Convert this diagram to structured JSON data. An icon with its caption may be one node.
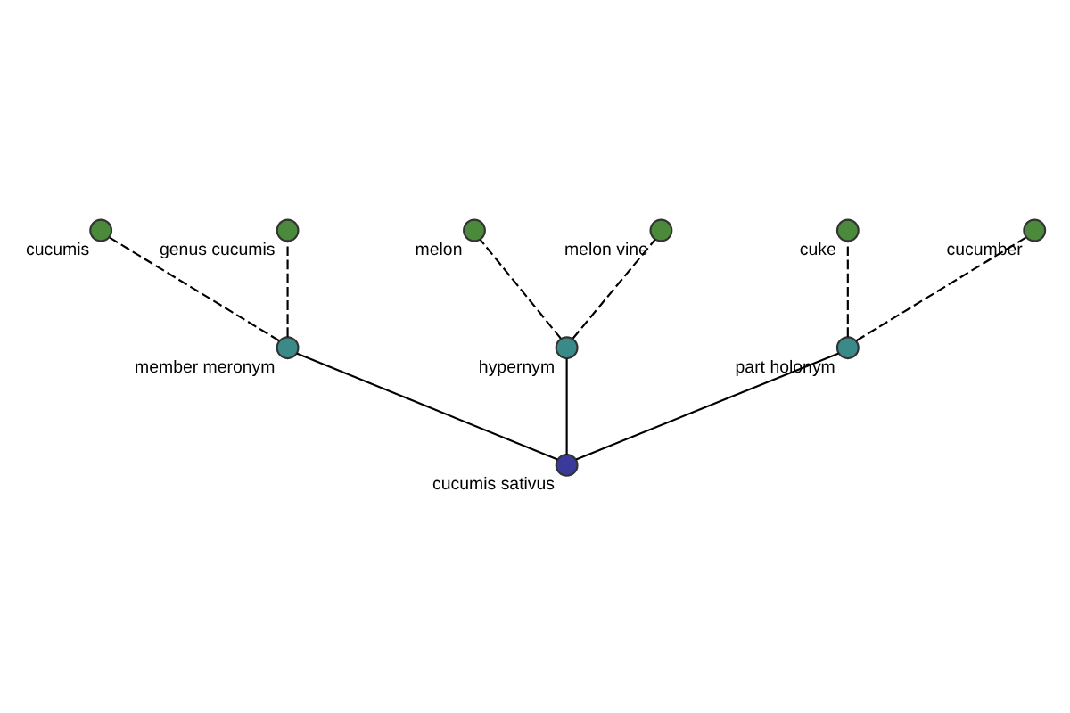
{
  "diagram": {
    "nodes": [
      {
        "text": [
          "cucumis sativus"
        ]
      },
      {
        "text": [
          "member meronym"
        ]
      },
      {
        "text": [
          "hypernym"
        ]
      },
      {
        "text": [
          "part holonym"
        ]
      },
      {
        "text": [
          "cucumis"
        ]
      },
      {
        "text": [
          "genus cucumis"
        ]
      },
      {
        "text": [
          "melon"
        ]
      },
      {
        "text": [
          "melon vine"
        ]
      },
      {
        "text": [
          "cuke"
        ]
      },
      {
        "text": [
          "cucumber"
        ]
      }
    ],
    "edges": [
      {
        "from": 0,
        "to": 1,
        "arrow": "none"
      },
      {
        "from": 0,
        "to": 2,
        "arrow": "none"
      },
      {
        "from": 0,
        "to": 3,
        "arrow": "none"
      },
      {
        "from": 1,
        "to": 4,
        "arrow": "none",
        "style": "dashed"
      },
      {
        "from": 1,
        "to": 5,
        "arrow": "none",
        "style": "dashed"
      },
      {
        "from": 2,
        "to": 6,
        "arrow": "none",
        "style": "dashed"
      },
      {
        "from": 2,
        "to": 7,
        "arrow": "none",
        "style": "dashed"
      },
      {
        "from": 3,
        "to": 8,
        "arrow": "none",
        "style": "dashed"
      },
      {
        "from": 3,
        "to": 9,
        "arrow": "none",
        "style": "dashed"
      }
    ]
  }
}
